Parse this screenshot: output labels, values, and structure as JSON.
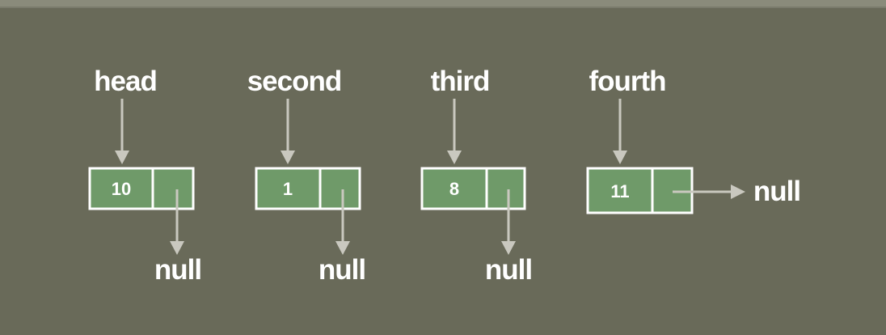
{
  "nodes": [
    {
      "pointer": "head",
      "value": "10",
      "next": "null"
    },
    {
      "pointer": "second",
      "value": "1",
      "next": "null"
    },
    {
      "pointer": "third",
      "value": "8",
      "next": "null"
    },
    {
      "pointer": "fourth",
      "value": "11",
      "next": "null"
    }
  ],
  "colors": {
    "background": "#696a59",
    "cell_fill": "#6f9a69",
    "cell_border": "#ffffff",
    "arrow": "#c9c8bf",
    "text": "#ffffff"
  }
}
